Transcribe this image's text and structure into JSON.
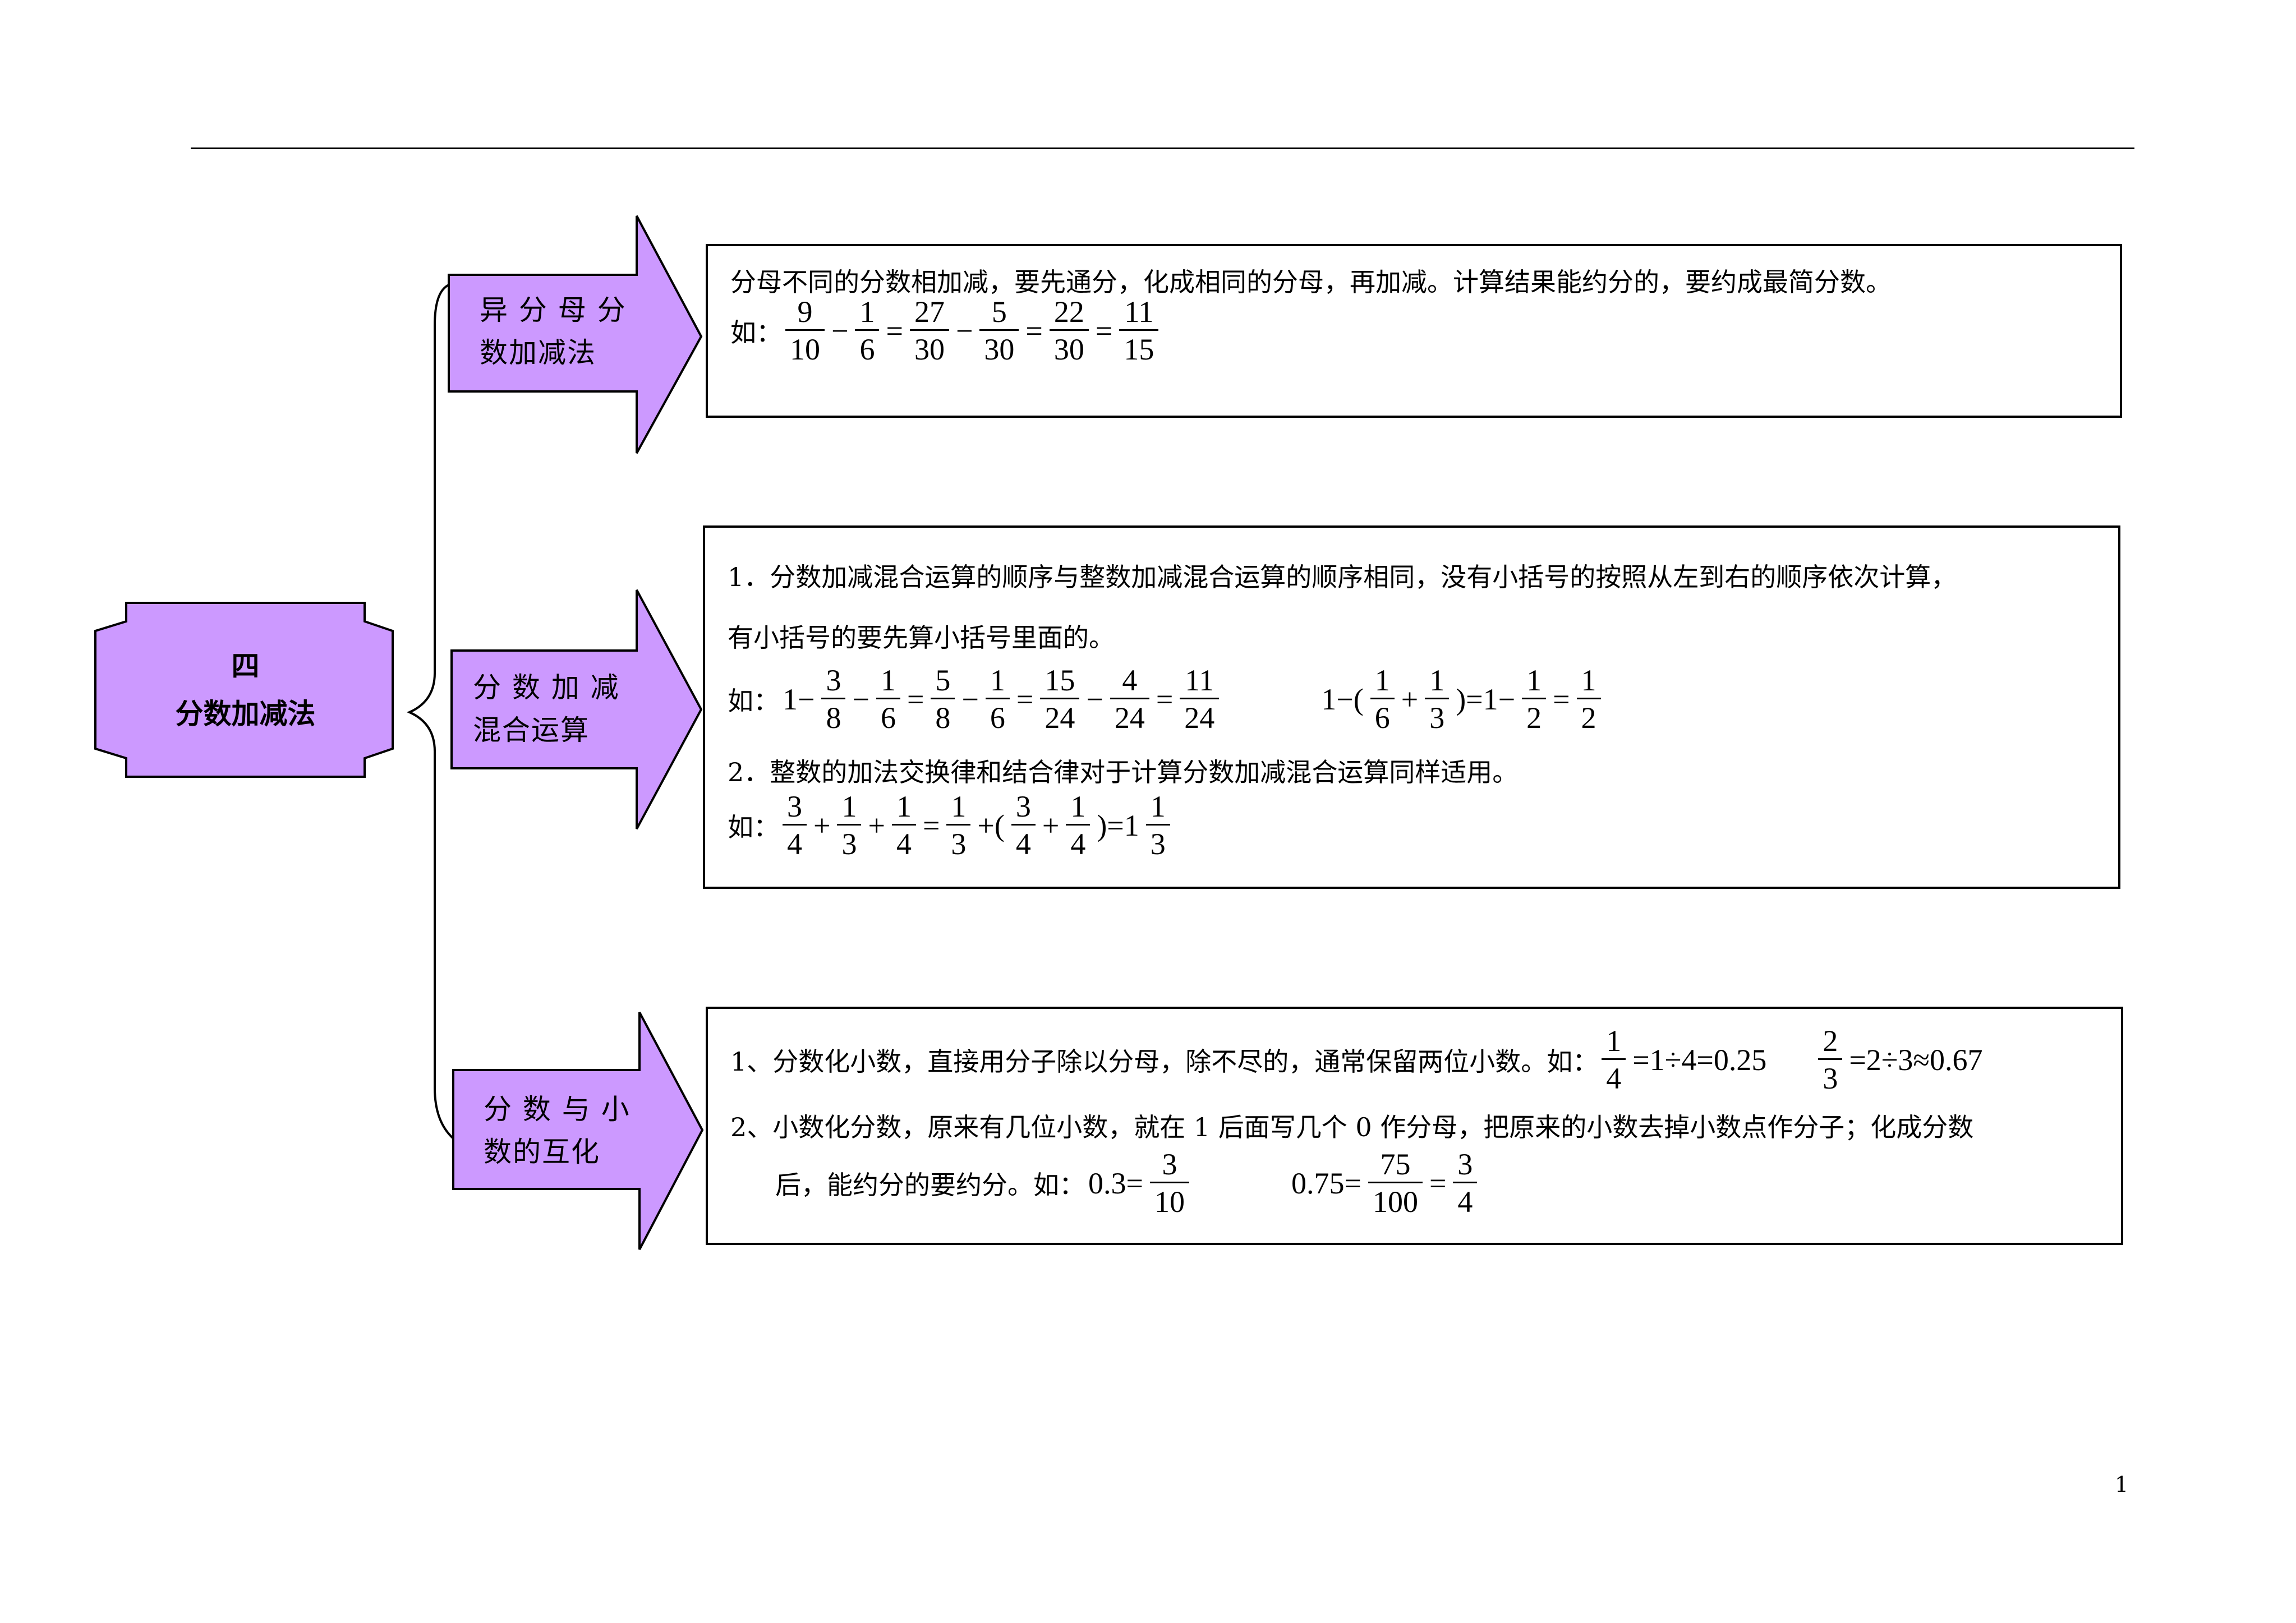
{
  "page_number": "1",
  "topic": {
    "number": "四",
    "title": "分数加减法"
  },
  "colors": {
    "node_fill": "#cc99ff",
    "stroke": "#000000"
  },
  "branches": [
    {
      "label_lines": [
        "异 分 母 分",
        "数加减法"
      ],
      "rule": "分母不同的分数相加减，要先通分，化成相同的分母，再加减。计算结果能约分的，要约成最简分数。",
      "example_prefix": "如：",
      "example": [
        {
          "n": "9",
          "d": "10"
        },
        "−",
        {
          "n": "1",
          "d": "6"
        },
        "=",
        {
          "n": "27",
          "d": "30"
        },
        "−",
        {
          "n": "5",
          "d": "30"
        },
        "=",
        {
          "n": "22",
          "d": "30"
        },
        "=",
        {
          "n": "11",
          "d": "15"
        }
      ]
    },
    {
      "label_lines": [
        "分 数 加 减",
        "混合运算"
      ],
      "rule1_line1": "1．分数加减混合运算的顺序与整数加减混合运算的顺序相同，没有小括号的按照从左到右的顺序依次计算，",
      "rule1_line2": "有小括号的要先算小括号里面的。",
      "example_prefix": "如：",
      "example1": [
        "1−",
        {
          "n": "3",
          "d": "8"
        },
        "−",
        {
          "n": "1",
          "d": "6"
        },
        "=",
        {
          "n": "5",
          "d": "8"
        },
        "−",
        {
          "n": "1",
          "d": "6"
        },
        "=",
        {
          "n": "15",
          "d": "24"
        },
        "−",
        {
          "n": "4",
          "d": "24"
        },
        "=",
        {
          "n": "11",
          "d": "24"
        }
      ],
      "example2": [
        "1−(",
        {
          "n": "1",
          "d": "6"
        },
        "+",
        {
          "n": "1",
          "d": "3"
        },
        ")=1−",
        {
          "n": "1",
          "d": "2"
        },
        "=",
        {
          "n": "1",
          "d": "2"
        }
      ],
      "rule2": "2．整数的加法交换律和结合律对于计算分数加减混合运算同样适用。",
      "example2_prefix": "如：",
      "example3": [
        {
          "n": "3",
          "d": "4"
        },
        "+",
        {
          "n": "1",
          "d": "3"
        },
        "+",
        {
          "n": "1",
          "d": "4"
        },
        "=",
        {
          "n": "1",
          "d": "3"
        },
        "+(",
        {
          "n": "3",
          "d": "4"
        },
        "+",
        {
          "n": "1",
          "d": "4"
        },
        ")=1",
        {
          "n": "1",
          "d": "3"
        }
      ]
    },
    {
      "label_lines": [
        "分 数 与 小",
        "数的互化"
      ],
      "rule1": "1、分数化小数，直接用分子除以分母，除不尽的，通常保留两位小数。如：",
      "rule1_ex1": [
        {
          "n": "1",
          "d": "4"
        },
        "=1÷4=0.25"
      ],
      "rule1_ex2": [
        {
          "n": "2",
          "d": "3"
        },
        "=2÷3≈0.67"
      ],
      "rule2_line1": "2、小数化分数，原来有几位小数，就在 1 后面写几个 0 作分母，把原来的小数去掉小数点作分子；化成分数",
      "rule2_line2": "后，能约分的要约分。如：",
      "rule2_ex1": [
        "0.3=",
        {
          "n": "3",
          "d": "10"
        }
      ],
      "rule2_ex2": [
        "0.75=",
        {
          "n": "75",
          "d": "100"
        },
        "=",
        {
          "n": "3",
          "d": "4"
        }
      ]
    }
  ]
}
